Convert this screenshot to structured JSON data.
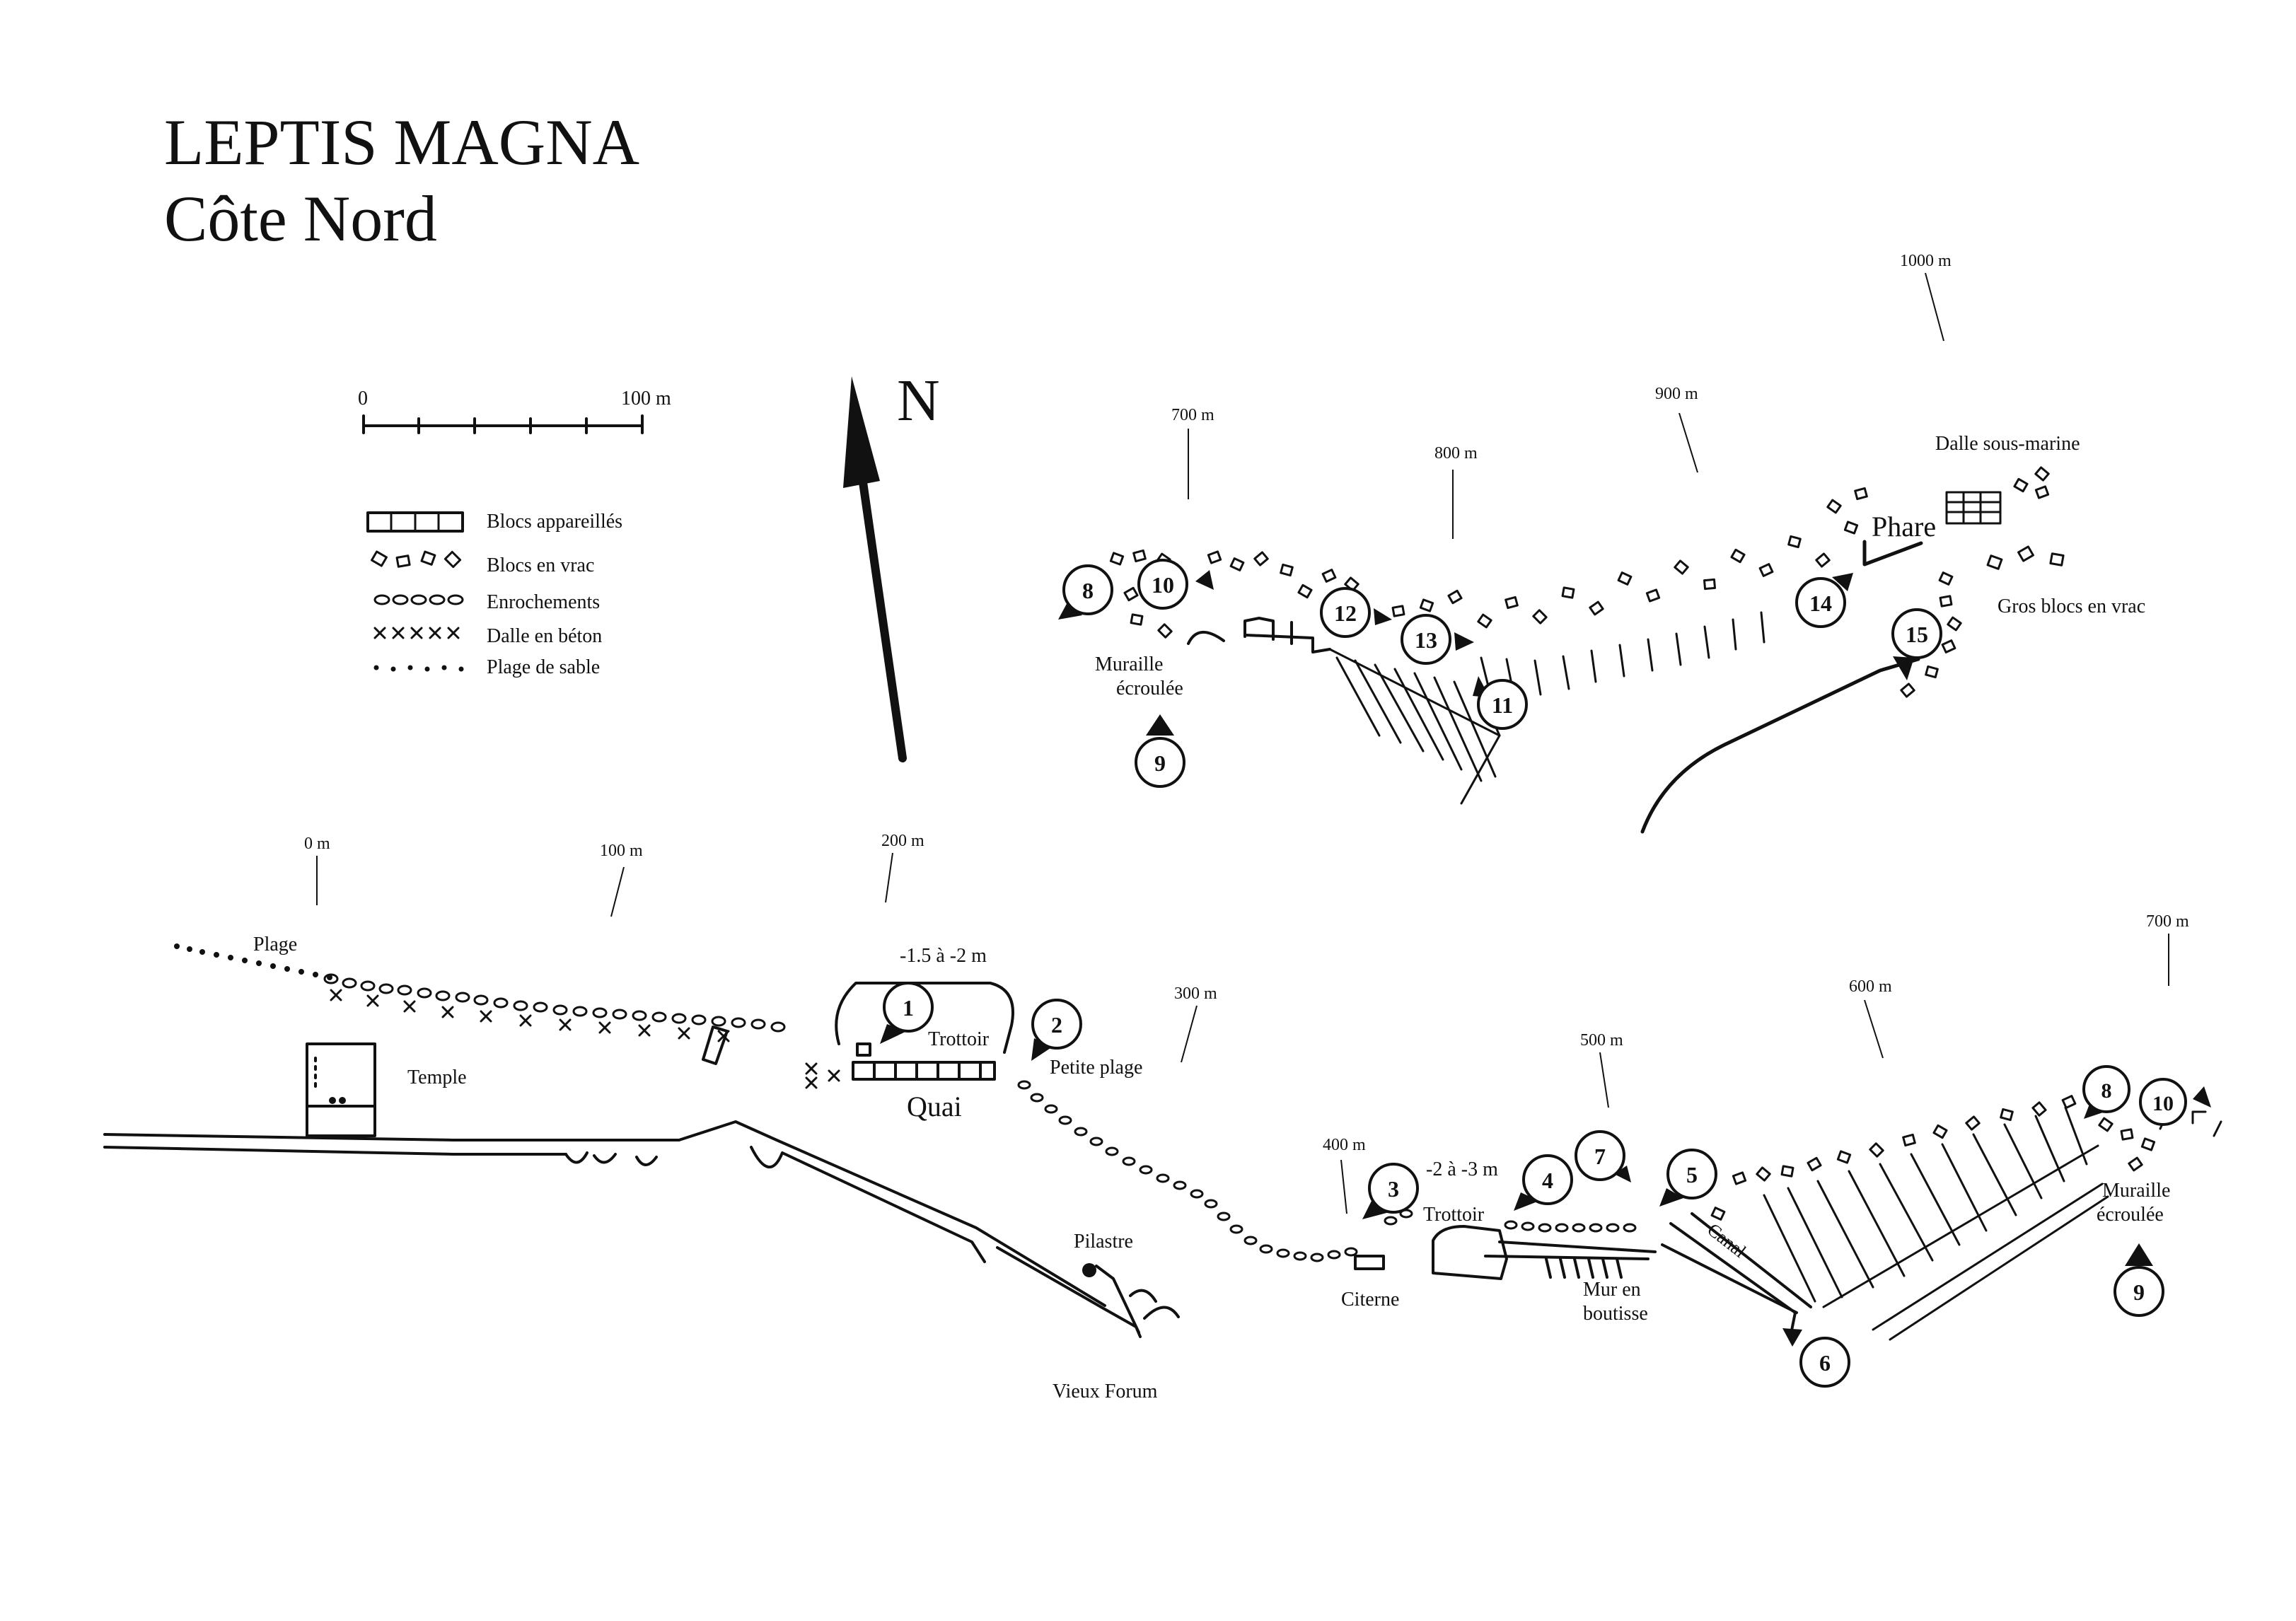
{
  "title": {
    "line1": "LEPTIS MAGNA",
    "line2": "Côte Nord"
  },
  "north": "N",
  "scale": {
    "start": "0",
    "end": "100 m"
  },
  "legend": [
    {
      "label": "Blocs appareillés",
      "symbol": "dressed-blocks"
    },
    {
      "label": "Blocs en vrac",
      "symbol": "loose-blocks"
    },
    {
      "label": "Enrochements",
      "symbol": "riprap"
    },
    {
      "label": "Dalle en béton",
      "symbol": "concrete-slab"
    },
    {
      "label": "Plage de sable",
      "symbol": "sand-beach"
    }
  ],
  "distance_marks": [
    "0 m",
    "100 m",
    "200 m",
    "300 m",
    "400 m",
    "500 m",
    "600 m",
    "700 m",
    "700 m",
    "800 m",
    "900 m",
    "1000 m"
  ],
  "places": {
    "plage": "Plage",
    "temple": "Temple",
    "depth1": "-1.5 à -2 m",
    "trottoir1": "Trottoir",
    "quai": "Quai",
    "petite_plage": "Petite plage",
    "pilastre": "Pilastre",
    "vieux_forum": "Vieux Forum",
    "citerne": "Citerne",
    "depth2": "-2 à -3 m",
    "trottoir2": "Trottoir",
    "mur_line1": "Mur en",
    "mur_line2": "boutisse",
    "canal": "Canal",
    "muraille_line1": "Muraille",
    "muraille_line2": "écroulée",
    "phare": "Phare",
    "dalle_sous_marine": "Dalle sous-marine",
    "gros_blocs": "Gros blocs en vrac"
  },
  "markers": [
    "1",
    "2",
    "3",
    "4",
    "5",
    "6",
    "7",
    "8",
    "9",
    "10",
    "11",
    "12",
    "13",
    "14",
    "15"
  ]
}
